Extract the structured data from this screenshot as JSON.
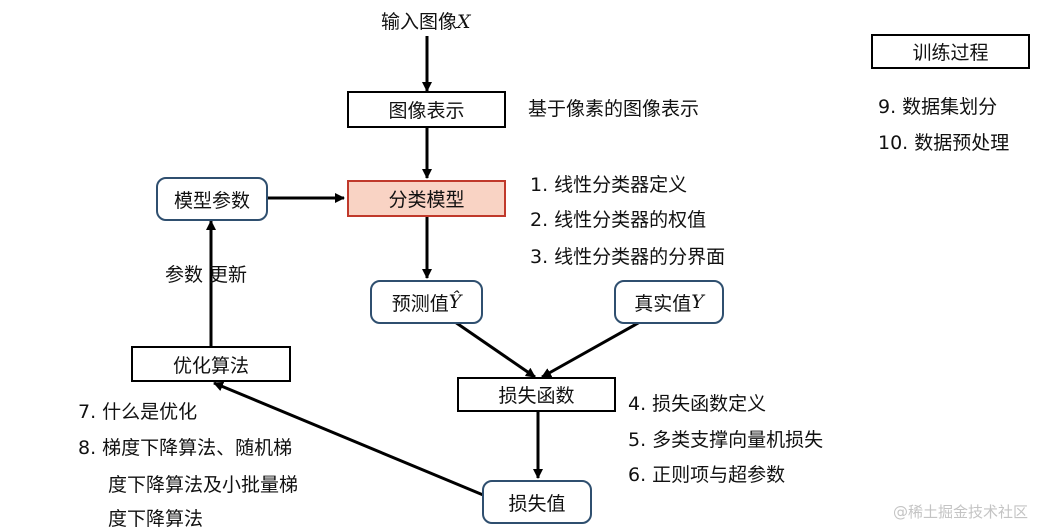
{
  "input": {
    "text": "输入图像",
    "var": "X"
  },
  "nodes": {
    "image_repr": "图像表示",
    "classifier": "分类模型",
    "model_params": "模型参数",
    "pred_text": "预测值",
    "pred_var": "Ŷ",
    "true_text": "真实值",
    "true_var": "Y",
    "loss_fn": "损失函数",
    "loss_val": "损失值",
    "optimizer": "优化算法",
    "training": "训练过程"
  },
  "labels": {
    "param_update": "参数 更新",
    "image_repr_note": "基于像素的图像表示"
  },
  "notes": {
    "classifier": [
      "1. 线性分类器定义",
      "2. 线性分类器的权值",
      "3. 线性分类器的分界面"
    ],
    "loss": [
      "4. 损失函数定义",
      "5. 多类支撑向量机损失",
      "6. 正则项与超参数"
    ],
    "optimizer": [
      "7.  什么是优化",
      "8.  梯度下降算法、随机梯",
      "度下降算法及小批量梯",
      "度下降算法"
    ],
    "training": [
      "9.  数据集划分",
      "10. 数据预处理"
    ]
  },
  "watermark": "@稀土掘金技术社区",
  "colors": {
    "highlight_fill": "#f9d3c4",
    "highlight_border": "#c0392b",
    "rounded_border": "#2f4f6f"
  }
}
